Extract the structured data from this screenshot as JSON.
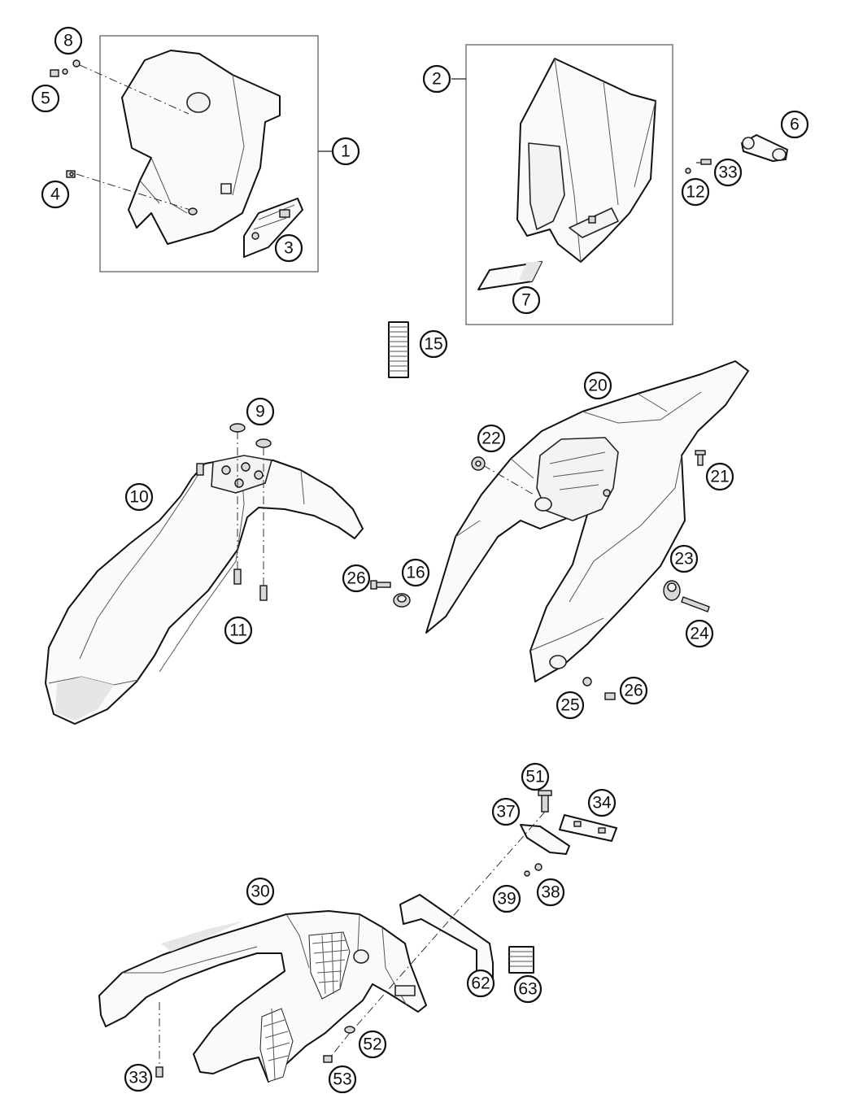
{
  "callouts": [
    {
      "id": "c8",
      "label": "8"
    },
    {
      "id": "c5",
      "label": "5"
    },
    {
      "id": "c1",
      "label": "1"
    },
    {
      "id": "c4",
      "label": "4"
    },
    {
      "id": "c3",
      "label": "3"
    },
    {
      "id": "c2",
      "label": "2"
    },
    {
      "id": "c6",
      "label": "6"
    },
    {
      "id": "c33a",
      "label": "33"
    },
    {
      "id": "c12",
      "label": "12"
    },
    {
      "id": "c7",
      "label": "7"
    },
    {
      "id": "c15",
      "label": "15"
    },
    {
      "id": "c20",
      "label": "20"
    },
    {
      "id": "c9",
      "label": "9"
    },
    {
      "id": "c22",
      "label": "22"
    },
    {
      "id": "c10",
      "label": "10"
    },
    {
      "id": "c21",
      "label": "21"
    },
    {
      "id": "c23",
      "label": "23"
    },
    {
      "id": "c26a",
      "label": "26"
    },
    {
      "id": "c16",
      "label": "16"
    },
    {
      "id": "c11",
      "label": "11"
    },
    {
      "id": "c24",
      "label": "24"
    },
    {
      "id": "c25",
      "label": "25"
    },
    {
      "id": "c26b",
      "label": "26"
    },
    {
      "id": "c51",
      "label": "51"
    },
    {
      "id": "c37",
      "label": "37"
    },
    {
      "id": "c34",
      "label": "34"
    },
    {
      "id": "c30",
      "label": "30"
    },
    {
      "id": "c39",
      "label": "39"
    },
    {
      "id": "c38",
      "label": "38"
    },
    {
      "id": "c62",
      "label": "62"
    },
    {
      "id": "c63",
      "label": "63"
    },
    {
      "id": "c52",
      "label": "52"
    },
    {
      "id": "c33b",
      "label": "33"
    },
    {
      "id": "c53",
      "label": "53"
    }
  ]
}
